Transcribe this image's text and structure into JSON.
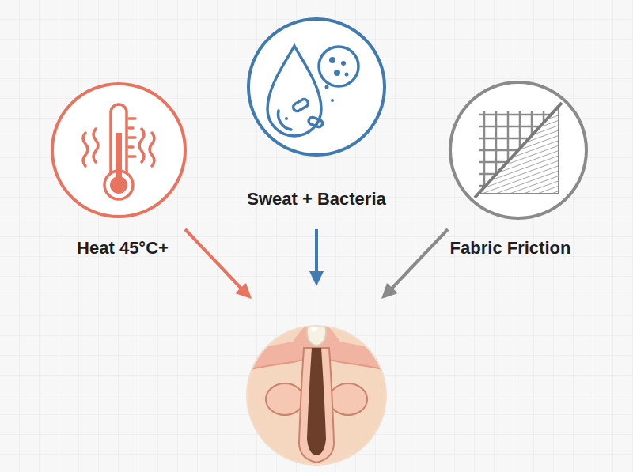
{
  "diagram": {
    "nodes": [
      {
        "text": [
          "Heat 45°C+"
        ]
      },
      {
        "text": [
          "Sweat + Bacteria"
        ]
      },
      {
        "text": [
          "Fabric Friction"
        ]
      }
    ]
  }
}
